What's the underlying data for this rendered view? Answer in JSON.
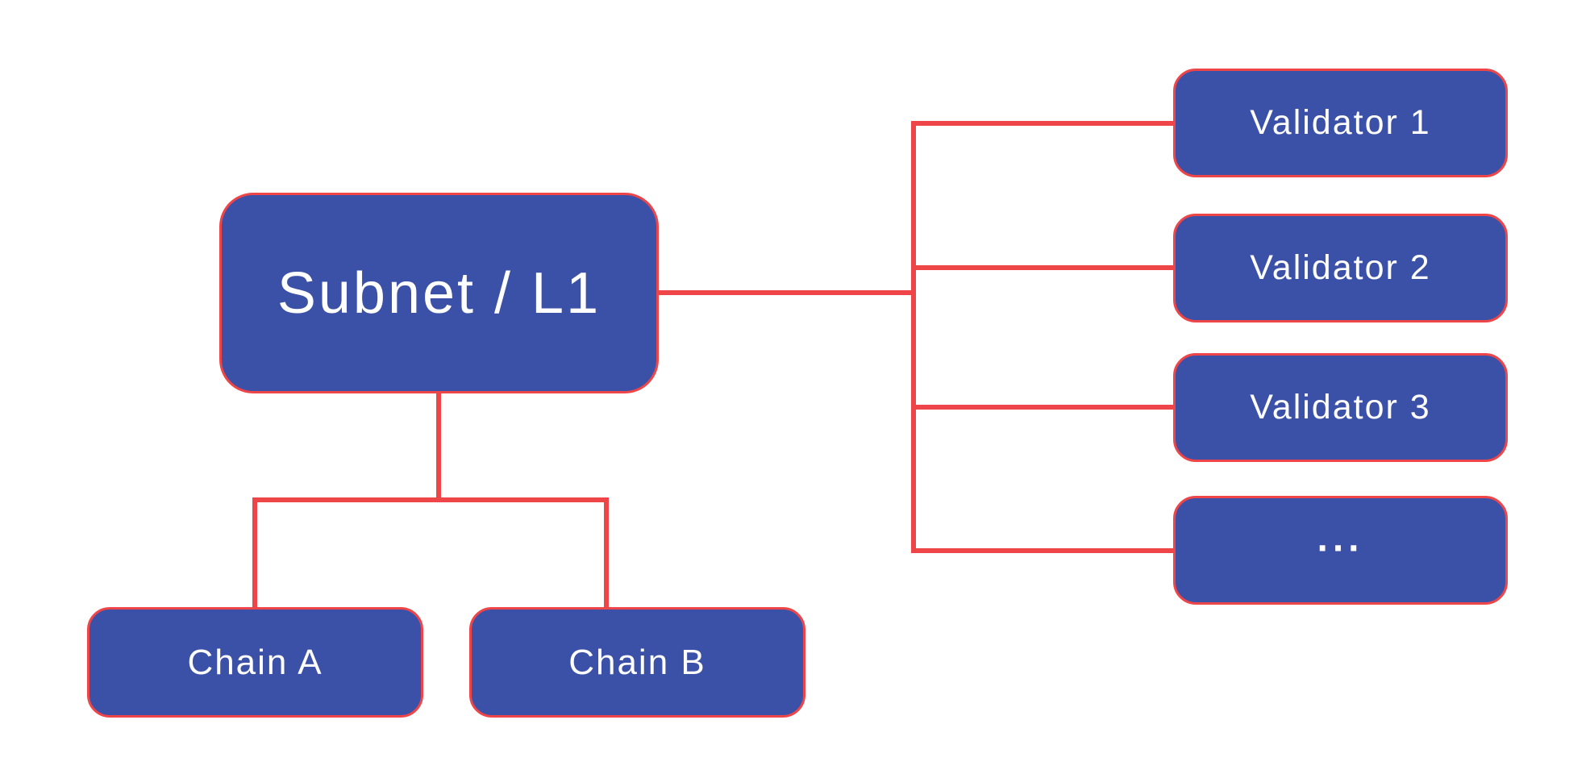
{
  "diagram": {
    "background": "#ffffff",
    "colors": {
      "node_fill": "#3B51A7",
      "node_border": "#EE4549",
      "connector": "#EE4549",
      "node_text": "#FFFFFF",
      "background": "#FFFFFF"
    },
    "nodes": {
      "subnet": {
        "label": "Subnet / L1"
      },
      "chain_a": {
        "label": "Chain A"
      },
      "chain_b": {
        "label": "Chain B"
      },
      "validators": [
        {
          "label": "Validator 1"
        },
        {
          "label": "Validator 2"
        },
        {
          "label": "Validator 3"
        },
        {
          "label": "..."
        }
      ]
    }
  }
}
